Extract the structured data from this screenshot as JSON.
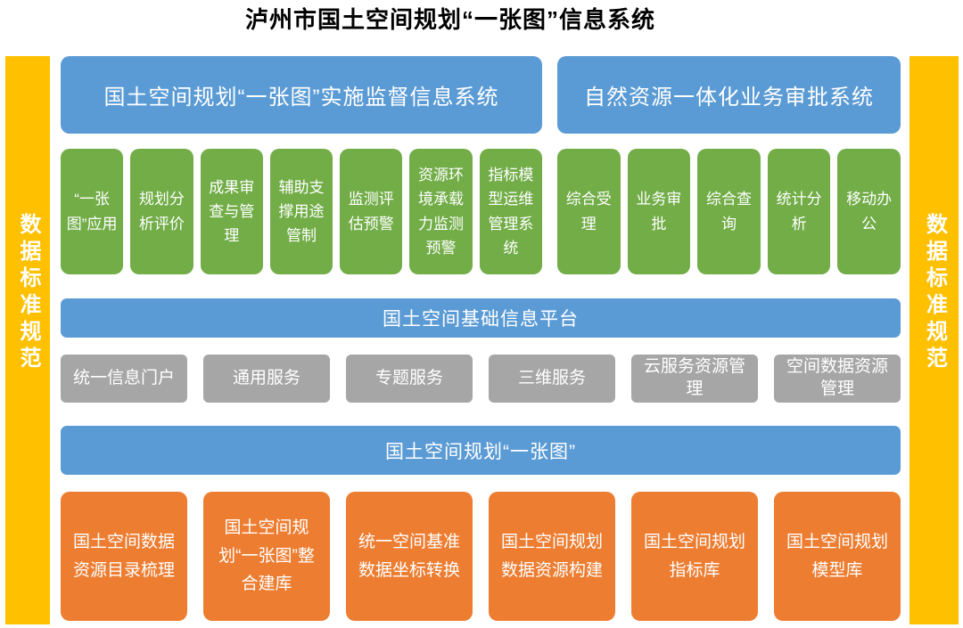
{
  "title": "泸州市国土空间规划“一张图”信息系统",
  "side_bars": {
    "left_label": "数据标准规范",
    "right_label": "数据标准规范"
  },
  "colors": {
    "blue": "#5B9BD5",
    "green": "#72AD48",
    "gray": "#A6A6A6",
    "orange": "#ED7D31",
    "yellow": "#FFC000",
    "title_text": "#000000",
    "box_text": "#FFFFFF"
  },
  "systems": [
    {
      "title": "国土空间规划“一张图”实施监督信息系统",
      "modules": [
        "“一张图”应用",
        "规划分析评价",
        "成果审查与管理",
        "辅助支撑用途管制",
        "监测评估预警",
        "资源环境承载力监测预警",
        "指标模型运维管理系统"
      ]
    },
    {
      "title": "自然资源一体化业务审批系统",
      "modules": [
        "综合受理",
        "业务审批",
        "综合查询",
        "统计分析",
        "移动办公"
      ]
    }
  ],
  "platform": {
    "title": "国土空间基础信息平台",
    "services": [
      "统一信息门户",
      "通用服务",
      "专题服务",
      "三维服务",
      "云服务资源管理",
      "空间数据资源管理"
    ]
  },
  "one_map": {
    "title": "国土空间规划“一张图”",
    "tasks": [
      "国土空间数据资源目录梳理",
      "国土空间规划“一张图”整合建库",
      "统一空间基准数据坐标转换",
      "国土空间规划数据资源构建",
      "国土空间规划指标库",
      "国土空间规划模型库"
    ]
  }
}
